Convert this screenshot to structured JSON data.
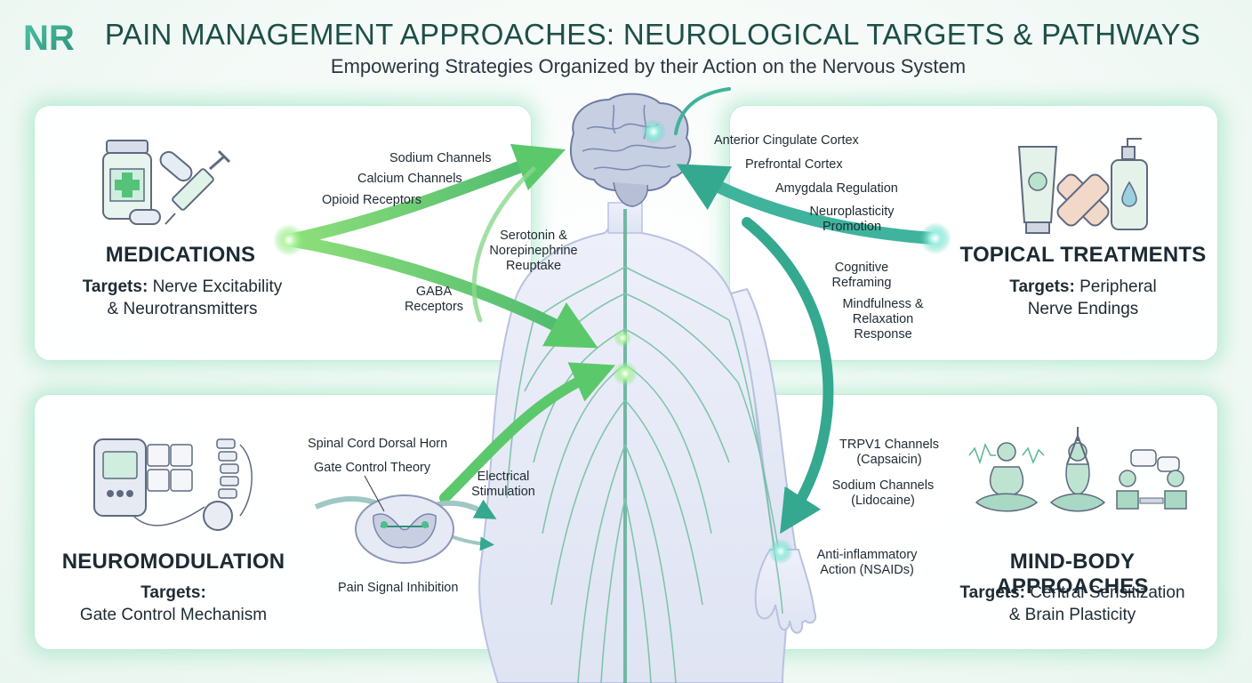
{
  "logo_text": "NR",
  "title": "PAIN MANAGEMENT APPROACHES: NEUROLOGICAL TARGETS & PATHWAYS",
  "subtitle": "Empowering Strategies Organized by their Action on the Nervous System",
  "colors": {
    "title": "#1d4f47",
    "accent_green": "#5fd06a",
    "accent_teal": "#3fbfa6",
    "nerve": "#6fbfa0",
    "body_fill": "#e8ecf7"
  },
  "sections": {
    "medications": {
      "heading": "MEDICATIONS",
      "targets_label": "Targets:",
      "targets_line1": "Nerve Excitability",
      "targets_line2": "& Neurotransmitters",
      "pathways": [
        "Sodium Channels",
        "Calcium Channels",
        "Opioid Receptors",
        "Serotonin &",
        "Norepinephrine",
        "Reuptake",
        "GABA",
        "Receptors"
      ]
    },
    "topical": {
      "heading": "TOPICAL TREATMENTS",
      "targets_label": "Targets:",
      "targets_line1": "Peripheral",
      "targets_line2": "Nerve Endings"
    },
    "neuromodulation": {
      "heading": "NEUROMODULATION",
      "targets_label": "Targets:",
      "targets_line1": "Gate Control Mechanism",
      "pathways": [
        "Spinal Cord Dorsal Horn",
        "Gate Control Theory",
        "Electrical",
        "Stimulation",
        "Pain Signal Inhibition"
      ]
    },
    "mindbody": {
      "heading": "MIND-BODY APPROACHES",
      "targets_label": "Targets:",
      "targets_line1": "Central Sensitization",
      "targets_line2": "& Brain Plasticity"
    }
  },
  "brain_labels": [
    "Anterior Cingulate Cortex",
    "Prefrontal Cortex",
    "Amygdala Regulation",
    "Neuroplasticity",
    "Promotion",
    "Cognitive",
    "Reframing",
    "Mindfulness &",
    "Relaxation",
    "Response"
  ],
  "periphery_labels": [
    "TRPV1 Channels",
    "(Capsaicin)",
    "Sodium Channels",
    "(Lidocaine)",
    "Anti-inflammatory",
    "Action (NSAIDs)"
  ]
}
